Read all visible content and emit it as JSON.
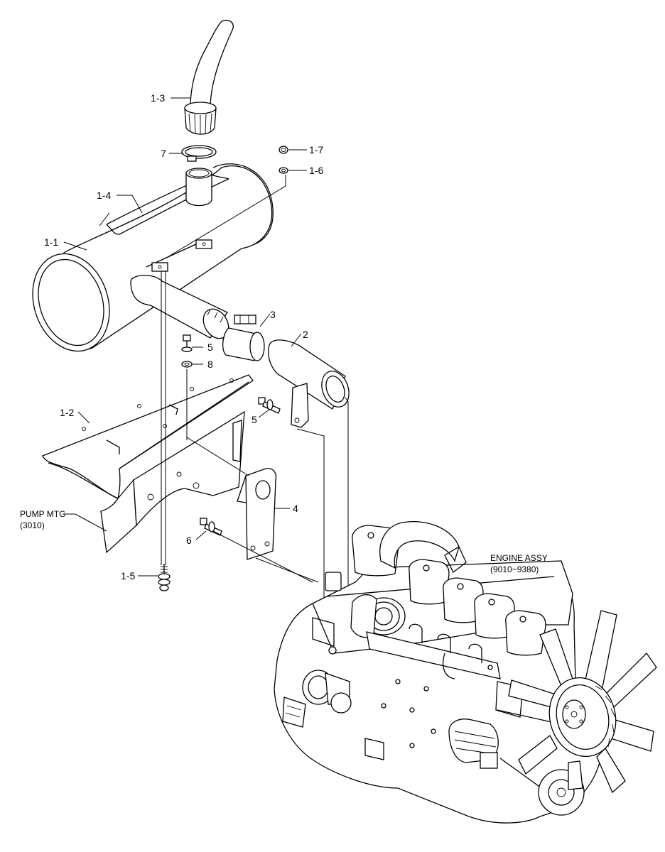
{
  "callouts": {
    "c_1_3": "1-3",
    "c_7": "7",
    "c_1_7": "1-7",
    "c_1_6": "1-6",
    "c_1_4": "1-4",
    "c_1_1": "1-1",
    "c_3": "3",
    "c_2": "2",
    "c_5a": "5",
    "c_8": "8",
    "c_5b": "5",
    "c_1_2": "1-2",
    "c_4": "4",
    "c_6": "6",
    "c_1_5": "1-5"
  },
  "notes": {
    "pump_mtg": "PUMP MTG",
    "pump_mtg_ref": "(3010)",
    "engine_assy": "ENGINE ASSY",
    "engine_assy_ref": "(9010~9380)"
  }
}
